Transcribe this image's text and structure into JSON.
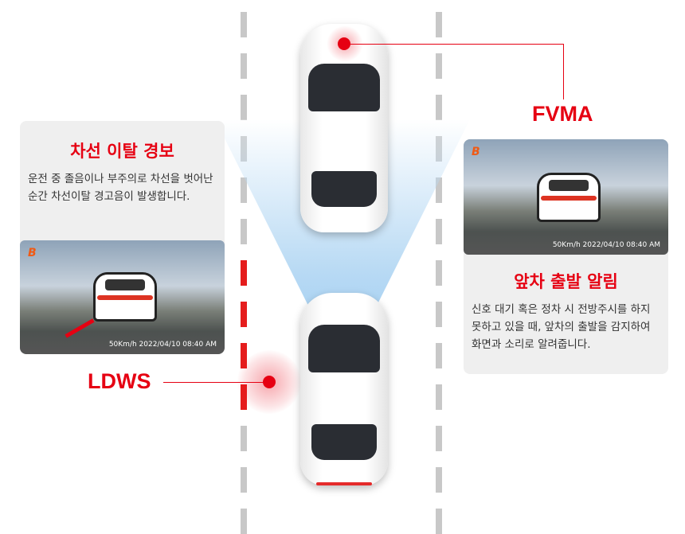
{
  "labels": {
    "fvma": "FVMA",
    "ldws": "LDWS"
  },
  "left_panel": {
    "title": "차선 이탈 경보",
    "description": "운전 중 졸음이나 부주의로 차선을 벗어난 순간 차선이탈 경고음이 발생합니다.",
    "photo": {
      "logo": "B",
      "overlay": "50Km/h   2022/04/10 08:40 AM"
    }
  },
  "right_panel": {
    "title": "앞차 출발 알림",
    "description": "신호 대기 혹은 정차 시 전방주시를 하지 못하고 있을 때, 앞차의 출발을 감지하여 화면과 소리로 알려줍니다.",
    "photo": {
      "logo": "B",
      "overlay": "50Km/h   2022/04/10 08:40 AM"
    }
  },
  "colors": {
    "accent": "#e60012",
    "lane": "#c8c8c8"
  }
}
